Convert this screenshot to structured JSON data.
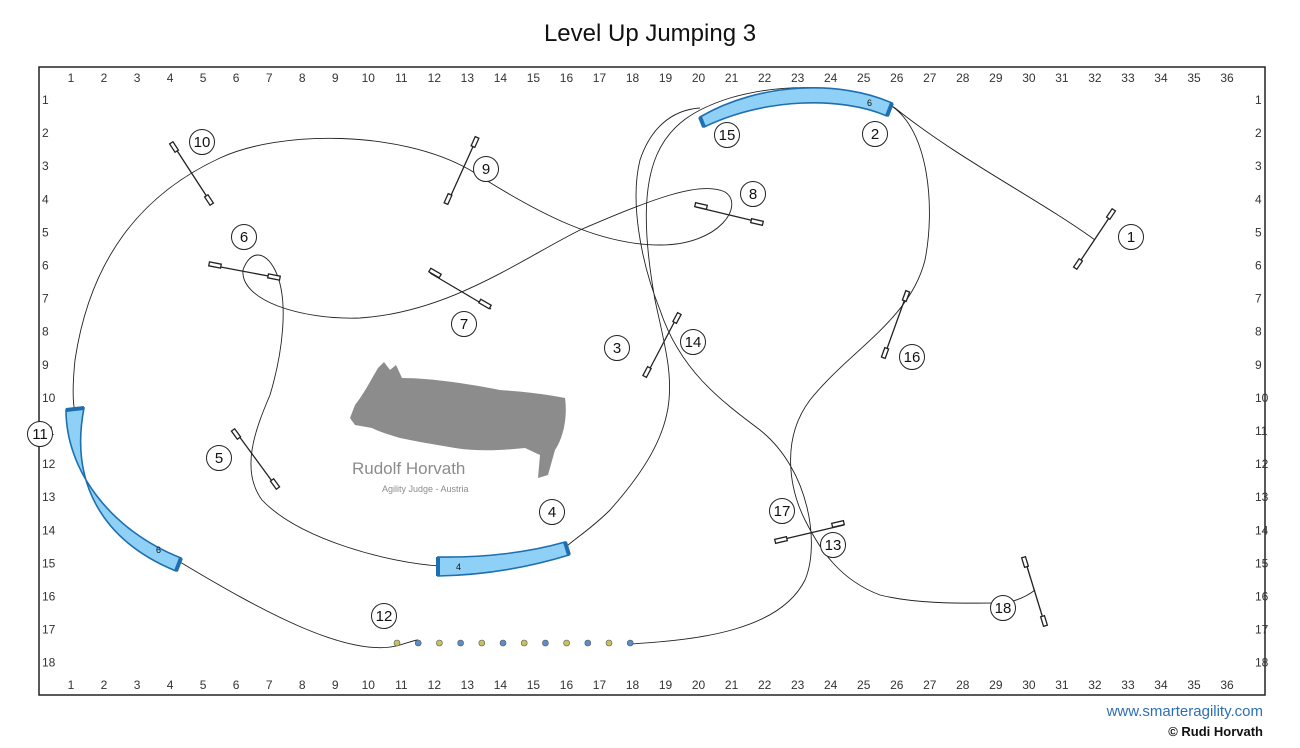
{
  "title": "Level Up Jumping 3",
  "grid": {
    "columns": [
      "1",
      "2",
      "3",
      "4",
      "5",
      "6",
      "7",
      "8",
      "9",
      "10",
      "11",
      "12",
      "13",
      "14",
      "15",
      "16",
      "17",
      "18",
      "19",
      "20",
      "21",
      "22",
      "23",
      "24",
      "25",
      "26",
      "27",
      "28",
      "29",
      "30",
      "31",
      "32",
      "33",
      "34",
      "35",
      "36"
    ],
    "rows": [
      "1",
      "2",
      "3",
      "4",
      "5",
      "6",
      "7",
      "8",
      "9",
      "10",
      "11",
      "12",
      "13",
      "14",
      "15",
      "16",
      "17",
      "18"
    ]
  },
  "obstacle_numbers": [
    "1",
    "2",
    "3",
    "4",
    "5",
    "6",
    "7",
    "8",
    "9",
    "10",
    "11",
    "12",
    "13",
    "14",
    "15",
    "16",
    "17",
    "18"
  ],
  "tunnels": [
    {
      "id": "tunnel-top",
      "label": "6"
    },
    {
      "id": "tunnel-left",
      "label": "6"
    },
    {
      "id": "tunnel-bottom",
      "label": "4"
    }
  ],
  "logo": {
    "name": "Rudolf Horvath",
    "subtitle": "Agility Judge - Austria",
    "icon": "running-dog-icon"
  },
  "footer": {
    "url": "www.smarteragility.com",
    "copyright": "© Rudi Horvath"
  },
  "colors": {
    "tunnel": "#8fd0f7",
    "tunnel_edge": "#1d6fb0",
    "line": "#222222",
    "weave_yellow": "#c8c060",
    "weave_blue": "#5b8ec9",
    "url": "#2d6fb5"
  }
}
